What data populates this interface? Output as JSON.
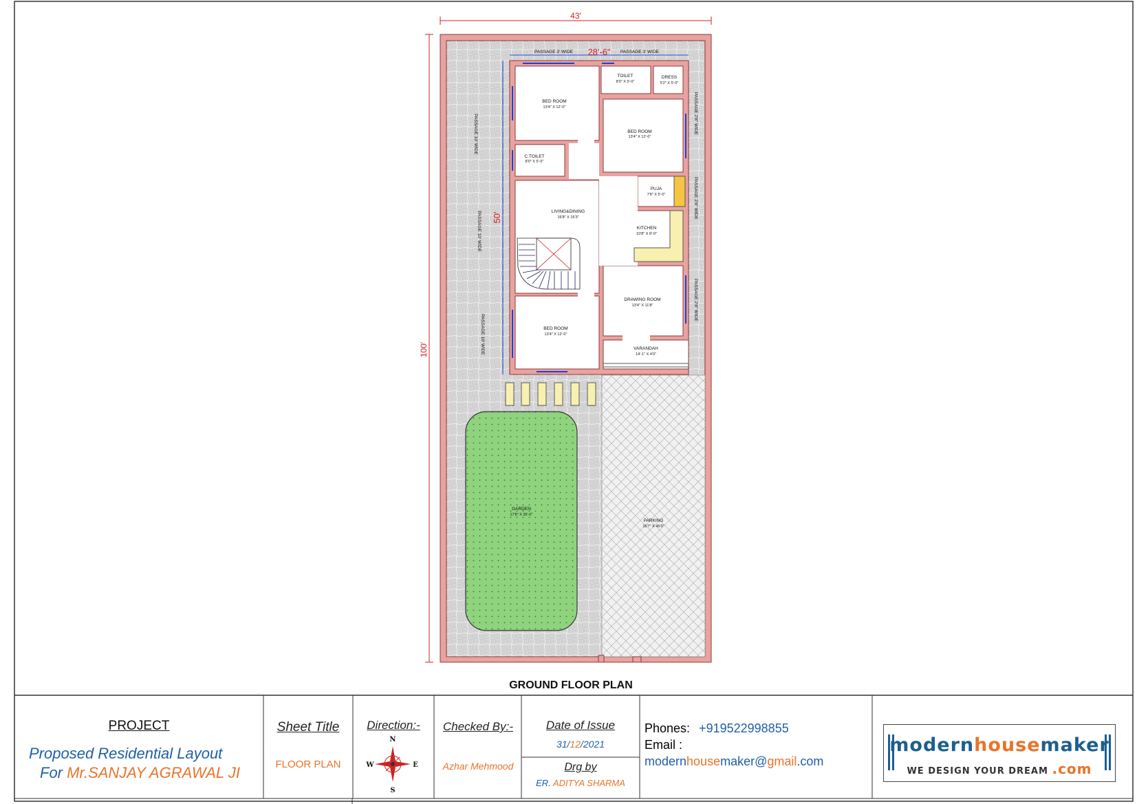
{
  "plan": {
    "title": "GROUND FLOOR PLAN",
    "dimensions": {
      "overall_width": "43'",
      "overall_depth": "100'",
      "house_width": "28'-6\"",
      "house_depth": "50'"
    },
    "rooms": [
      {
        "name": "BED ROOM",
        "size": "13'4\" X 12'-0\""
      },
      {
        "name": "TOILET",
        "size": "8'0\" X 5'-0\""
      },
      {
        "name": "DRESS",
        "size": "5'2\" X 5'-0\""
      },
      {
        "name": "BED ROOM",
        "size": "13'4\" X 12'-0\""
      },
      {
        "name": "C.TOILET",
        "size": "8'0\" X 5'-0\""
      },
      {
        "name": "PUJA",
        "size": "7'8\" X 5'-0\""
      },
      {
        "name": "LIVING&DINING",
        "size": "16'8\" X 15'3\""
      },
      {
        "name": "KITCHEN",
        "size": "10'8\" X 8'-0\""
      },
      {
        "name": "DRAWING ROOM",
        "size": "13'4\" X 11'8\""
      },
      {
        "name": "BED ROOM",
        "size": "13'4\" X 12'-0\""
      },
      {
        "name": "VARANDAH",
        "size": "14'-1\" X 4'0\""
      },
      {
        "name": "GARDEN",
        "size": "17'8\" X 35'-0\""
      },
      {
        "name": "PARKING",
        "size": "16'7\" X 45'0\""
      }
    ],
    "passages": {
      "top_left": "PASSAGE 3' WIDE",
      "top_right": "PASSAGE 3' WIDE",
      "left": "PASSAGE 10' WIDE",
      "right": "PASSAGE 2'8\" WIDE"
    }
  },
  "title_block": {
    "project_label": "PROJECT",
    "project_line1": "Proposed Residential Layout",
    "project_for": "For",
    "client": "Mr.SANJAY AGRAWAL JI",
    "sheet_title_label": "Sheet Title",
    "sheet_title": "FLOOR PLAN",
    "direction_label": "Direction:-",
    "compass": {
      "n": "N",
      "s": "S",
      "e": "E",
      "w": "W"
    },
    "checked_by_label": "Checked By:-",
    "checked_by": "Azhar Mehmood",
    "date_label": "Date of Issue",
    "date_day": "31/",
    "date_month": "12",
    "date_year": "/2021",
    "drg_label": "Drg by",
    "drg_prefix": "ER.",
    "drg_name": "ADITYA SHARMA",
    "phones_label": "Phones:",
    "phone": "+919522998855",
    "email_label": "Email :",
    "email_part1": "modern",
    "email_part2": "house",
    "email_part3": "maker@",
    "email_part4": "gmail",
    "email_part5": ".com",
    "logo_part1": "modern",
    "logo_part2": "house",
    "logo_part3": "maker",
    "logo_tagline": "WE DESIGN YOUR DREAM",
    "logo_suffix": ".com"
  },
  "colors": {
    "wall": "#e8a3a0",
    "wall_stroke": "#8a3a3a",
    "dimension": "#d32020",
    "garden": "#8fd37f",
    "window": "#1a3fd6",
    "kitchen_counter": "#f7f0b0",
    "puja": "#f5c542"
  }
}
